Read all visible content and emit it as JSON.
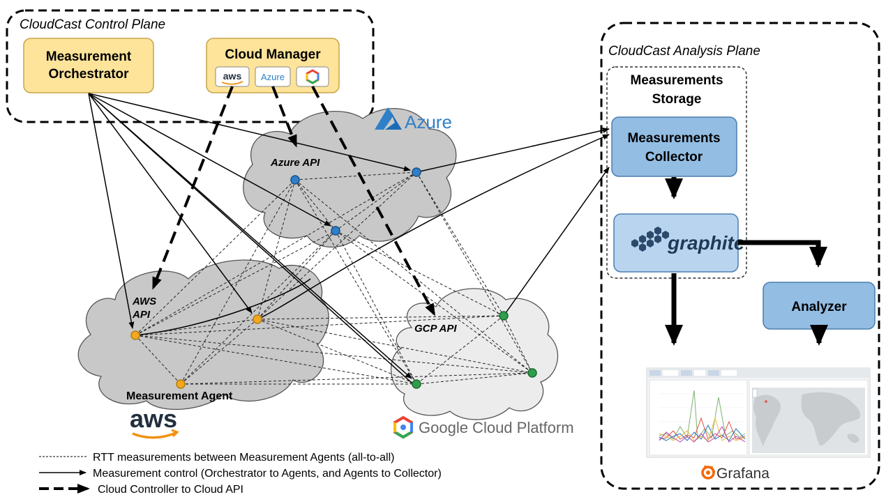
{
  "control_plane": {
    "title": "CloudCast Control Plane",
    "orchestrator": {
      "line1": "Measurement",
      "line2": "Orchestrator"
    },
    "cloud_manager": {
      "title": "Cloud Manager",
      "logos": [
        "aws",
        "Azure",
        "gcp"
      ]
    }
  },
  "analysis_plane": {
    "title": "CloudCast Analysis Plane",
    "storage": {
      "line1": "Measurements",
      "line2": "Storage"
    },
    "collector": {
      "line1": "Measurements",
      "line2": "Collector"
    },
    "graphite": "graphite",
    "analyzer": "Analyzer",
    "grafana": "Grafana"
  },
  "clouds": {
    "azure": {
      "logo": "Azure",
      "api": "Azure API",
      "color": "#2f80c9"
    },
    "aws": {
      "logo": "aws",
      "api_line1": "AWS",
      "api_line2": "API",
      "agent_label": "Measurement Agent",
      "color": "#f2a91e"
    },
    "gcp": {
      "logo": "Google Cloud Platform",
      "api": "GCP API",
      "color": "#2e9e4a"
    }
  },
  "legend": [
    {
      "style": "dashed-thin",
      "text": "RTT measurements between Measurement Agents (all-to-all)"
    },
    {
      "style": "solid-arrow",
      "text": "Measurement control (Orchestrator to Agents, and Agents to Collector)"
    },
    {
      "style": "dashed-bold-arrow",
      "text": "Cloud Controller to Cloud API"
    }
  ]
}
